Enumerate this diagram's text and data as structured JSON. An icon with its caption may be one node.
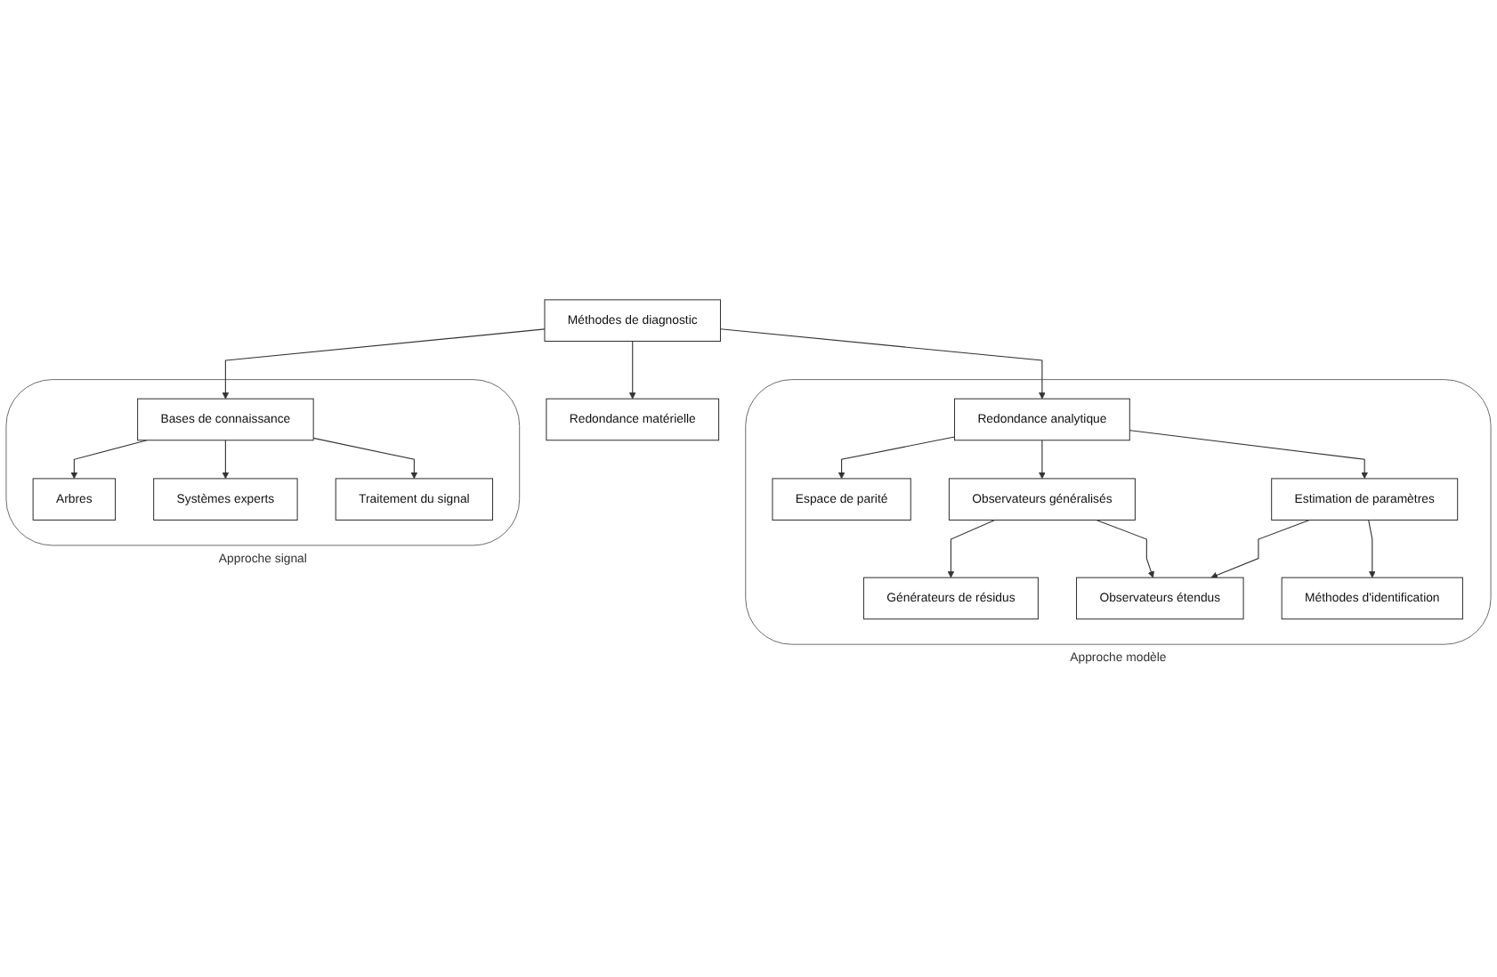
{
  "diagram": {
    "nodes": [
      {
        "text": [
          "Méthodes de diagnostic"
        ]
      },
      {
        "text": [
          "Redondance matérielle"
        ]
      },
      {
        "text": [
          "Approche modèle"
        ]
      },
      {
        "text": [
          "Redondance analytique"
        ],
        "in": 2
      },
      {
        "text": [
          "Espace de parité"
        ],
        "in": 2
      },
      {
        "text": [
          "Observateurs généralisés"
        ],
        "in": 2
      },
      {
        "text": [
          "Estimation de paramètres"
        ],
        "in": 2
      },
      {
        "text": [
          "Générateurs de résidus"
        ],
        "in": 2
      },
      {
        "text": [
          "Observateurs étendus"
        ],
        "in": 2
      },
      {
        "text": [
          "Méthodes d'identification"
        ],
        "in": 2
      },
      {
        "text": [
          "Approche signal"
        ]
      },
      {
        "text": [
          "Bases de connaissance"
        ],
        "in": 10
      },
      {
        "text": [
          "Arbres"
        ],
        "in": 10
      },
      {
        "text": [
          "Systèmes experts"
        ],
        "in": 10
      },
      {
        "text": [
          "Traitement du signal"
        ],
        "in": 10
      }
    ],
    "edges": [
      {
        "from": 0,
        "to": 1,
        "arrow": "to"
      },
      {
        "from": 0,
        "to": 3,
        "arrow": "to"
      },
      {
        "from": 0,
        "to": 11,
        "arrow": "to"
      },
      {
        "from": 3,
        "to": 4,
        "arrow": "to"
      },
      {
        "from": 3,
        "to": 5,
        "arrow": "to"
      },
      {
        "from": 3,
        "to": 6,
        "arrow": "to"
      },
      {
        "from": 5,
        "to": 7,
        "arrow": "to"
      },
      {
        "from": 5,
        "to": 8,
        "arrow": "to"
      },
      {
        "from": 6,
        "to": 8,
        "arrow": "to"
      },
      {
        "from": 6,
        "to": 9,
        "arrow": "to"
      },
      {
        "from": 11,
        "to": 12,
        "arrow": "to"
      },
      {
        "from": 11,
        "to": 14,
        "arrow": "to"
      },
      {
        "from": 11,
        "to": 13,
        "arrow": "to"
      }
    ]
  }
}
